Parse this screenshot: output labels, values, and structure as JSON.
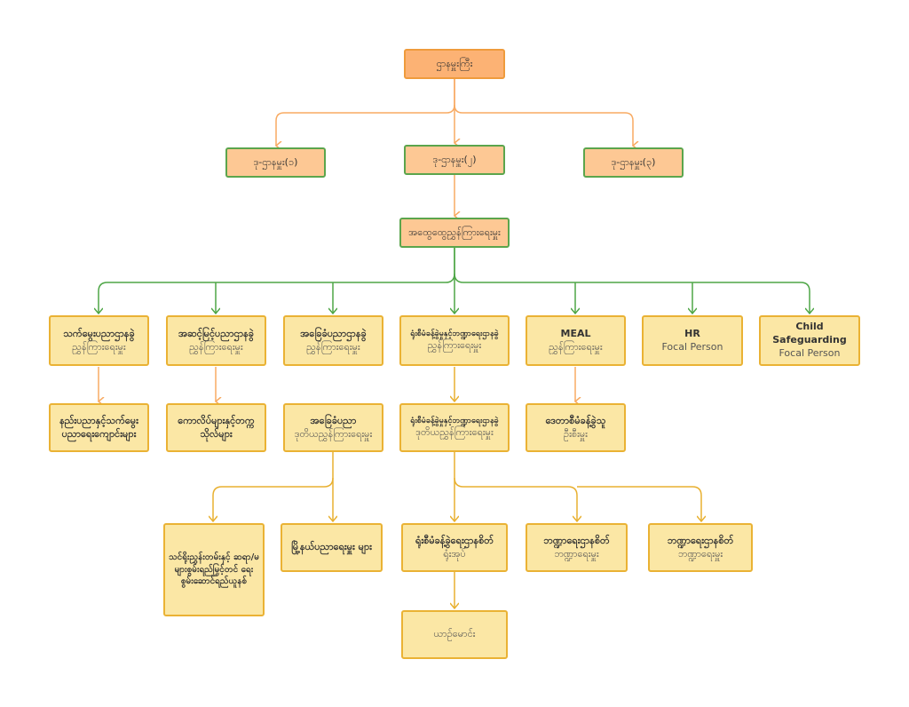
{
  "colors": {
    "box_fill": "#fbe7a5",
    "box_border": "#eab234",
    "top_fill": "#fcb274",
    "deputy_fill": "#fdc894",
    "deputy_border": "#5ba54c",
    "line_green": "#4ea646",
    "line_orange": "#f8aa62",
    "line_gold": "#e8b030"
  },
  "top": {
    "title": "ဌာနမှူးကြီး"
  },
  "deputies": [
    {
      "title": "ဒု-ဌာနမှူး(၁)"
    },
    {
      "title": "ဒု-ဌာနမှူး(၂)"
    },
    {
      "title": "ဒု-ဌာနမှူး(၃)"
    }
  ],
  "director_general": {
    "title": "အထွေထွေညွှန်ကြားရေးမှူး"
  },
  "divisions": [
    {
      "title": "သက်မွေးပညာဌာနခွဲ",
      "subtitle": "ညွှန်ကြားရေးမှူး"
    },
    {
      "title": "အဆင့်မြင့်ပညာဌာနခွဲ",
      "subtitle": "ညွှန်ကြားရေးမှူး"
    },
    {
      "title": "အခြေခံပညာဌာနခွဲ",
      "subtitle": "ညွှန်ကြားရေးမှူး"
    },
    {
      "title": "ရုံးစီမံခန့်ခွဲမှုနှင့်ဘဏ္ဍာရေးဌာနခွဲ",
      "subtitle": "ညွှန်ကြားရေးမှူး"
    },
    {
      "title": "MEAL",
      "subtitle": "ညွှန်ကြားရေးမှူး"
    },
    {
      "title": "HR",
      "subtitle": "Focal Person"
    },
    {
      "title": "Child Safeguarding",
      "subtitle": "Focal Person"
    }
  ],
  "level5": [
    {
      "title": "နည်းပညာနှင့်သက်မွေး ပညာရေးကျောင်းများ"
    },
    {
      "title": "ကောလိပ်များနှင့်တက္က သိုလ်များ"
    },
    {
      "title": "အခြေခံပညာ",
      "subtitle": "ဒုတိယညွှန်ကြားရေးမှူး"
    },
    {
      "title": "ရုံးစီမံခန့်ခွဲမှုနှင့်ဘဏ္ဍာရေးဌာနခွဲ",
      "subtitle": "ဒုတိယညွှန်ကြားရေးမှူး"
    },
    {
      "title": "ဒေတာစီမံခန့်ခွဲသူ",
      "subtitle": "ဦးစီးမှူး"
    }
  ],
  "level6": [
    {
      "title": "သင်ရိုးညွှန်းတမ်းနှင့် ဆရာ/မ များစွမ်းရည်မြှင့်တင် ရေးစွမ်းဆောင်ရည်ယူနစ်"
    },
    {
      "title": "မြို့နယ်ပညာရေးမှူး များ"
    },
    {
      "title": "ရုံးစီမံခန့်ခွဲရေးဌာနစိတ်",
      "subtitle": "ရုံးအုပ်"
    },
    {
      "title": "ဘဏ္ဍာရေးဌာနစိတ်",
      "subtitle": "ဘဏ္ဍာရေးမှူး"
    },
    {
      "title": "ဘဏ္ဍာရေးဌာနစိတ်",
      "subtitle": "ဘဏ္ဍာရေးမှူး"
    }
  ],
  "level7": [
    {
      "subtitle": "ယာဉ်မောင်း"
    }
  ]
}
